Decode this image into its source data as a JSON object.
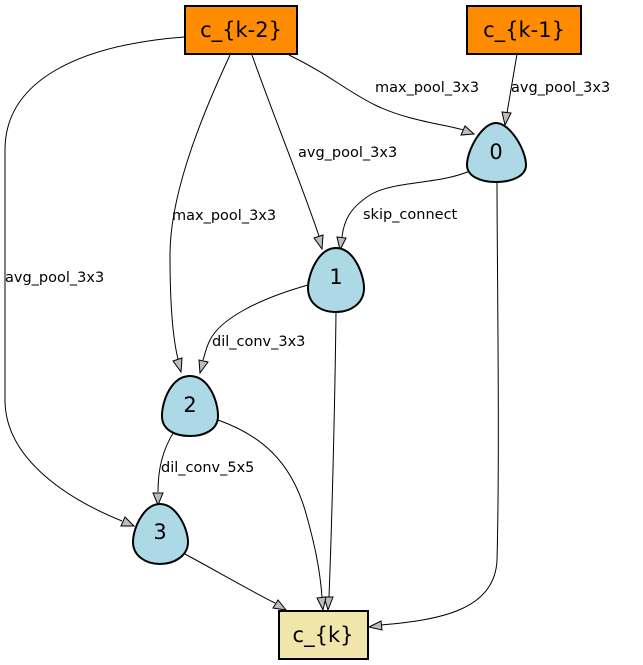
{
  "colors": {
    "input_fill": "#ff8c00",
    "state_fill": "#add8e6",
    "output_fill": "#f0e6aa"
  },
  "nodes": {
    "input_k2": "c_{k-2}",
    "input_k1": "c_{k-1}",
    "n0": "0",
    "n1": "1",
    "n2": "2",
    "n3": "3",
    "output": "c_{k}"
  },
  "edges": [
    {
      "from": "c_{k-2}",
      "to": "0",
      "label": "max_pool_3x3"
    },
    {
      "from": "c_{k-1}",
      "to": "0",
      "label": "avg_pool_3x3"
    },
    {
      "from": "c_{k-2}",
      "to": "1",
      "label": "avg_pool_3x3"
    },
    {
      "from": "0",
      "to": "1",
      "label": "skip_connect"
    },
    {
      "from": "c_{k-2}",
      "to": "2",
      "label": "max_pool_3x3"
    },
    {
      "from": "1",
      "to": "2",
      "label": "dil_conv_3x3"
    },
    {
      "from": "c_{k-2}",
      "to": "3",
      "label": "avg_pool_3x3"
    },
    {
      "from": "2",
      "to": "3",
      "label": "dil_conv_5x5"
    },
    {
      "from": "0",
      "to": "c_{k}",
      "label": ""
    },
    {
      "from": "1",
      "to": "c_{k}",
      "label": ""
    },
    {
      "from": "2",
      "to": "c_{k}",
      "label": ""
    },
    {
      "from": "3",
      "to": "c_{k}",
      "label": ""
    }
  ]
}
